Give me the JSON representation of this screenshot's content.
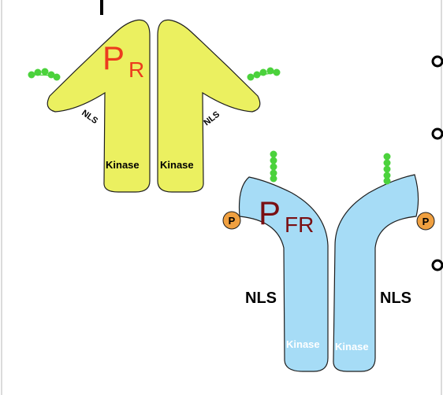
{
  "pr": {
    "label_main": "P",
    "label_sub": "R",
    "nls_left": "NLS",
    "nls_right": "NLS",
    "kinase_left": "Kinase",
    "kinase_right": "Kinase"
  },
  "pfr": {
    "label_main": "P",
    "label_sub": "FR",
    "nls_left": "NLS",
    "nls_right": "NLS",
    "kinase_left": "Kinase",
    "kinase_right": "Kinase",
    "phospho_left": "P",
    "phospho_right": "P"
  },
  "colors": {
    "pr_fill": "#ebf060",
    "pfr_fill": "#a6dcf6",
    "pr_label": "#ec3b1e",
    "pfr_label": "#7a0f12",
    "phospho_fill": "#f0a040",
    "chromophore": "#4bd23c",
    "outline": "#1e1e1e"
  }
}
